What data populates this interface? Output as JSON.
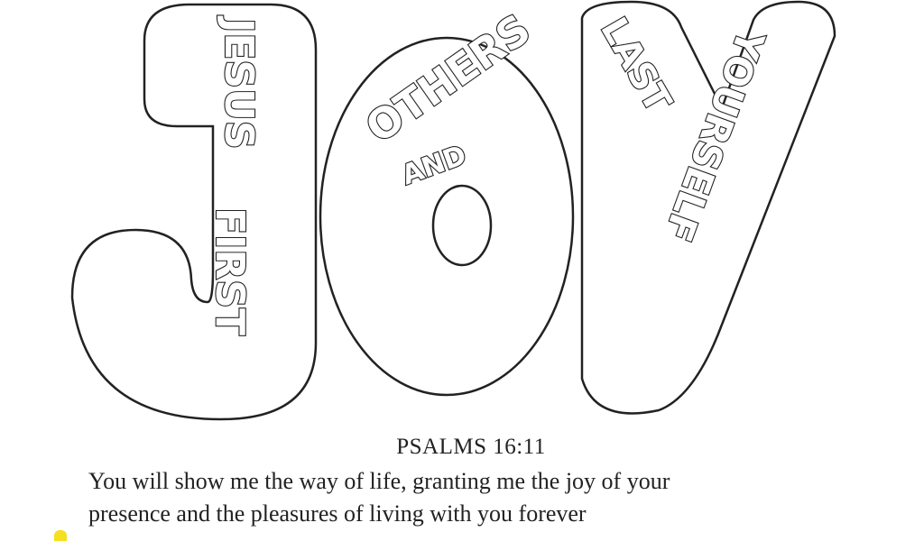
{
  "word_art": {
    "j_words": [
      "JESUS",
      "FIRST"
    ],
    "o_words": [
      "OTHERS",
      "AND"
    ],
    "y_words": [
      "YOURSELF",
      "LAST"
    ]
  },
  "caption": {
    "reference": "PSALMS 16:11",
    "verse_lines": [
      "You will show me the way of life, granting me the joy of your",
      "presence and the pleasures of living with you forever"
    ]
  },
  "colors": {
    "outline": "#222222",
    "background": "#ffffff",
    "corner_mark": "#f4e01c"
  }
}
